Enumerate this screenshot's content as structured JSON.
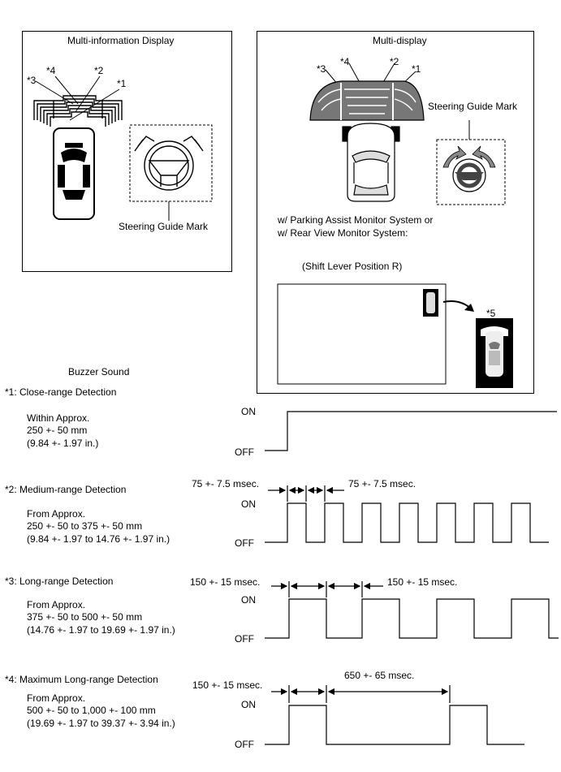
{
  "left_panel": {
    "title": "Multi-information Display",
    "markers": [
      "*3",
      "*4",
      "*2",
      "*1"
    ],
    "steering_label": "Steering Guide Mark"
  },
  "right_panel": {
    "title": "Multi-display",
    "markers": [
      "*3",
      "*4",
      "*2",
      "*1"
    ],
    "steering_label": "Steering Guide Mark",
    "monitor_line1": "w/ Parking Assist Monitor System or",
    "monitor_line2": "w/ Rear View Monitor System:",
    "shift_note": "(Shift Lever Position R)",
    "marker5": "*5"
  },
  "buzzer": {
    "heading": "Buzzer Sound",
    "sections": [
      {
        "title": "*1: Close-range Detection",
        "desc": [
          "Within Approx.",
          "250 +- 50 mm",
          "(9.84 +- 1.97 in.)"
        ],
        "on": "ON",
        "off": "OFF",
        "timing": []
      },
      {
        "title": "*2: Medium-range Detection",
        "desc": [
          "From Approx.",
          "250 +- 50 to 375 +- 50 mm",
          "(9.84 +- 1.97 to 14.76 +- 1.97 in.)"
        ],
        "on": "ON",
        "off": "OFF",
        "timing": [
          "75 +- 7.5 msec.",
          "75 +- 7.5 msec."
        ]
      },
      {
        "title": "*3: Long-range Detection",
        "desc": [
          "From Approx.",
          "375 +- 50 to 500 +- 50 mm",
          "(14.76 +- 1.97 to 19.69 +- 1.97 in.)"
        ],
        "on": "ON",
        "off": "OFF",
        "timing": [
          "150 +- 15 msec.",
          "150 +- 15 msec."
        ]
      },
      {
        "title": "*4: Maximum Long-range Detection",
        "desc": [
          "From Approx.",
          "500 +- 50 to 1,000 +- 100 mm",
          "(19.69 +- 1.97 to 39.37 +- 3.94 in.)"
        ],
        "on": "ON",
        "off": "OFF",
        "timing": [
          "150 +- 15 msec.",
          "650 +- 65 msec."
        ]
      }
    ]
  }
}
